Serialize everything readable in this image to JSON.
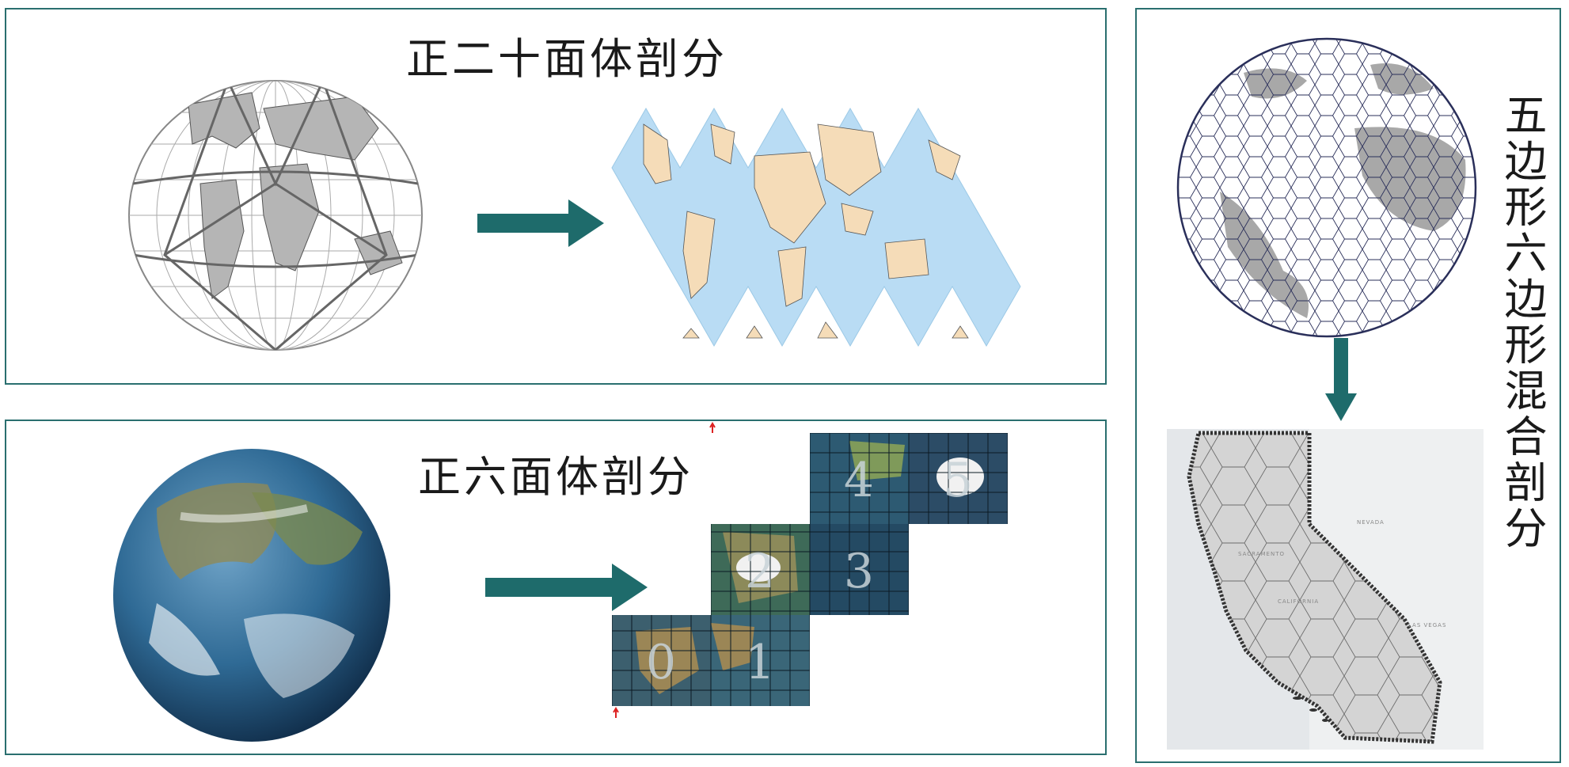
{
  "panels": {
    "icosahedron": {
      "title": "正二十面体剖分"
    },
    "cube": {
      "title": "正六面体剖分",
      "face_labels": [
        "0",
        "1",
        "2",
        "3",
        "4",
        "5"
      ]
    },
    "hexpent": {
      "title": "五边形六边形混合剖分",
      "map_labels": [
        "NEVADA",
        "SACRAMENTO",
        "CALIFORNIA",
        "LAS VEGAS"
      ]
    }
  },
  "colors": {
    "border": "#2a6f6f",
    "arrow": "#1e6b6b",
    "ocean": "#b9dcf4",
    "land": "#f5dcb8",
    "grey_land": "#a8a8a8"
  }
}
